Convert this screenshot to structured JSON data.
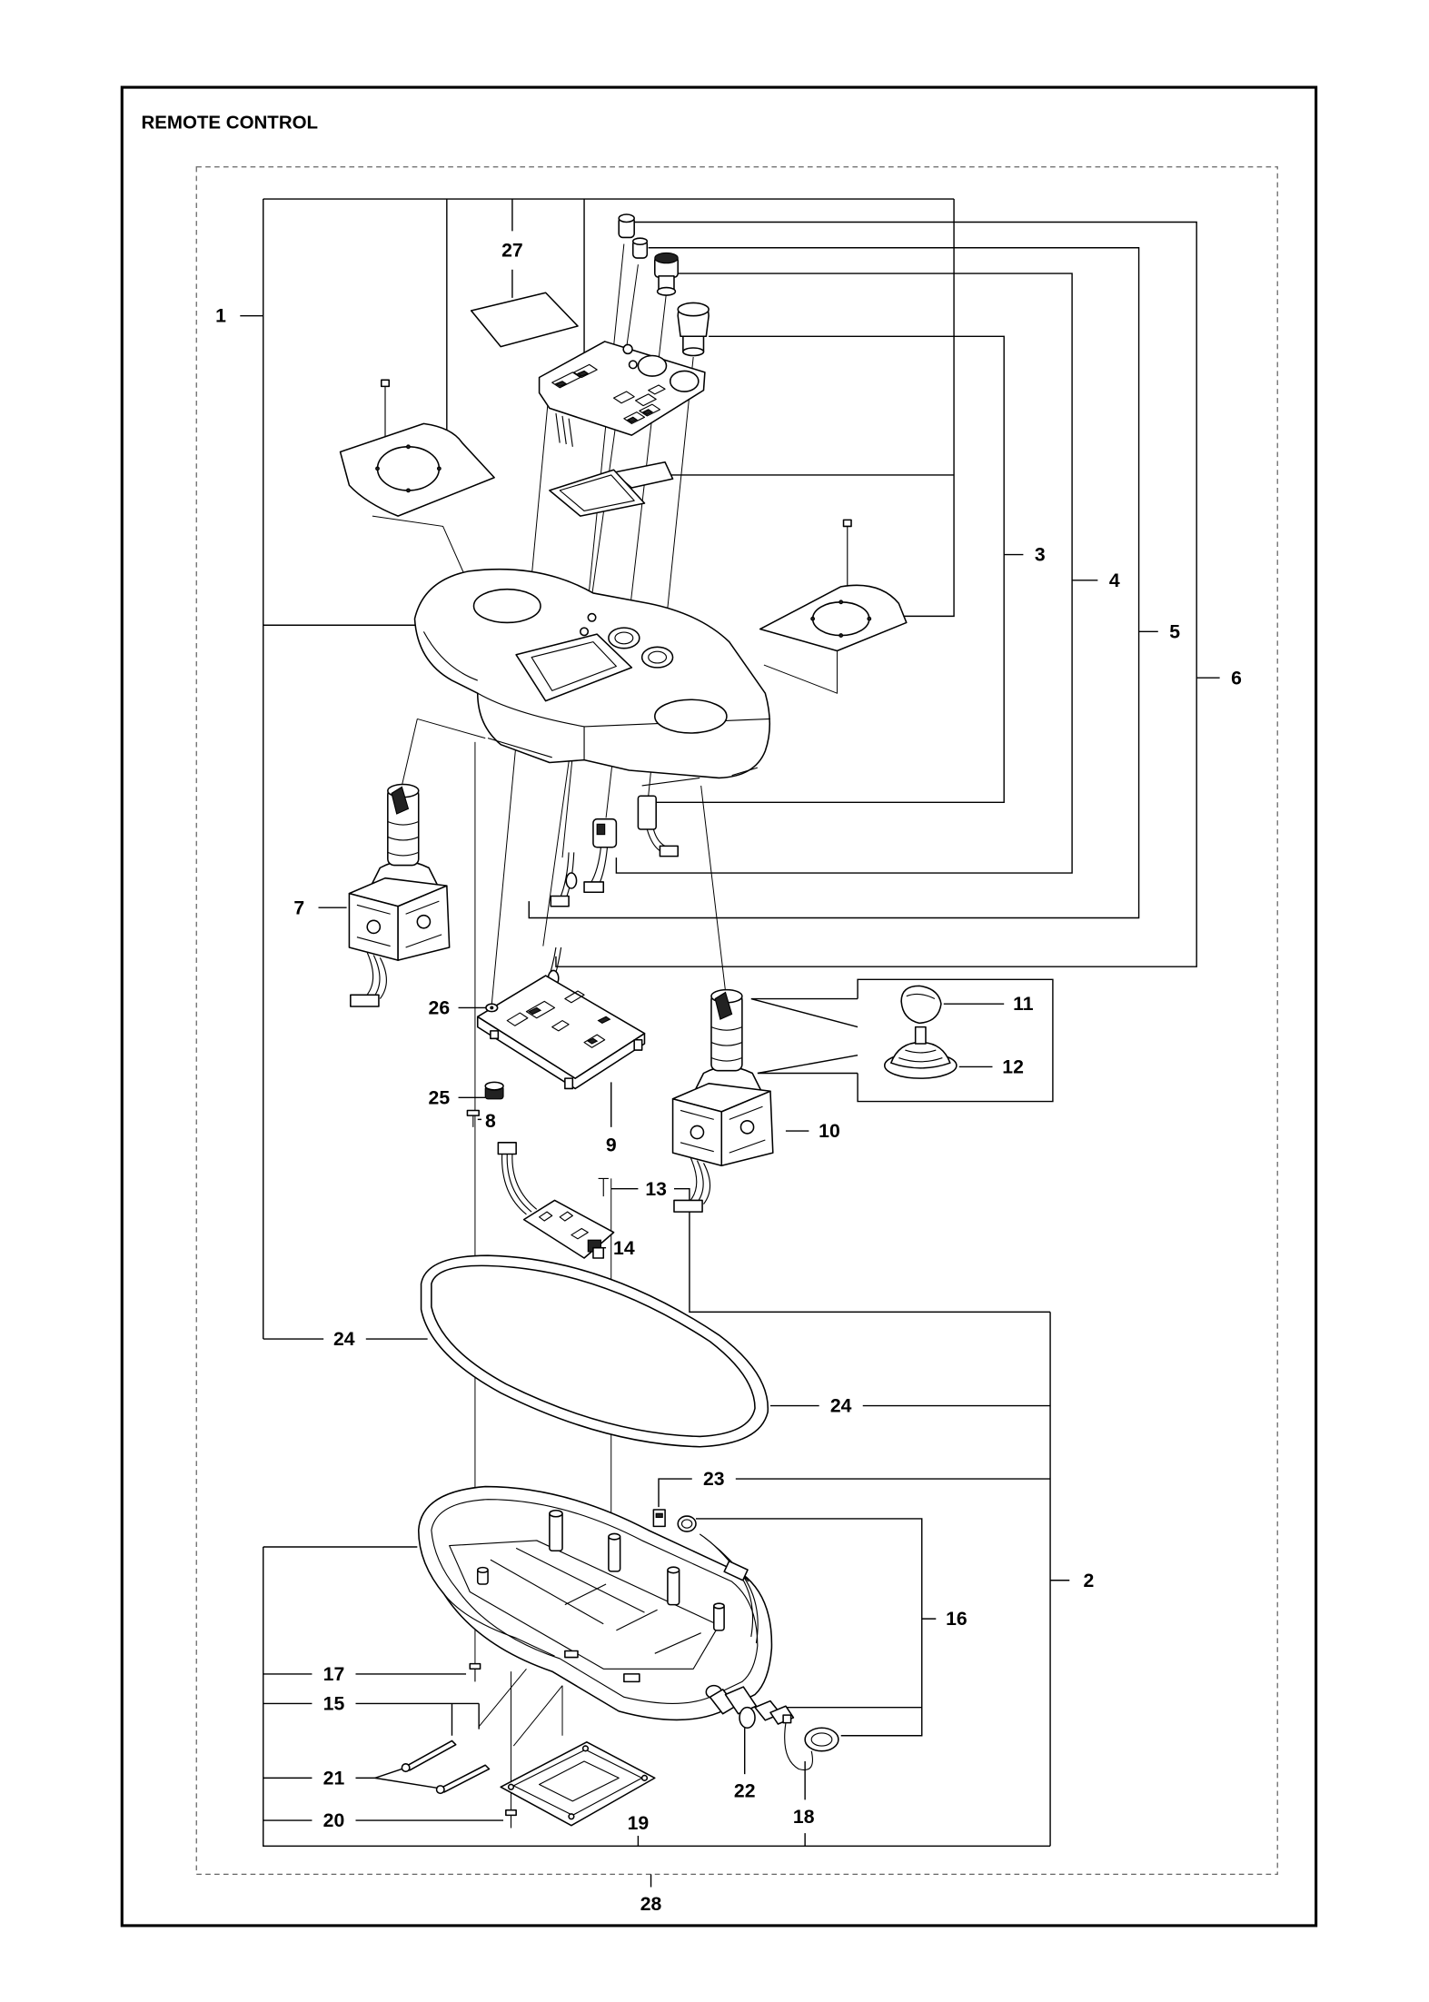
{
  "title": "REMOTE CONTROL",
  "callouts": [
    "1",
    "2",
    "3",
    "4",
    "5",
    "6",
    "7",
    "8",
    "9",
    "10",
    "11",
    "12",
    "13",
    "14",
    "15",
    "16",
    "17",
    "18",
    "19",
    "20",
    "21",
    "22",
    "23",
    "24",
    "24",
    "25",
    "26",
    "27",
    "28"
  ]
}
